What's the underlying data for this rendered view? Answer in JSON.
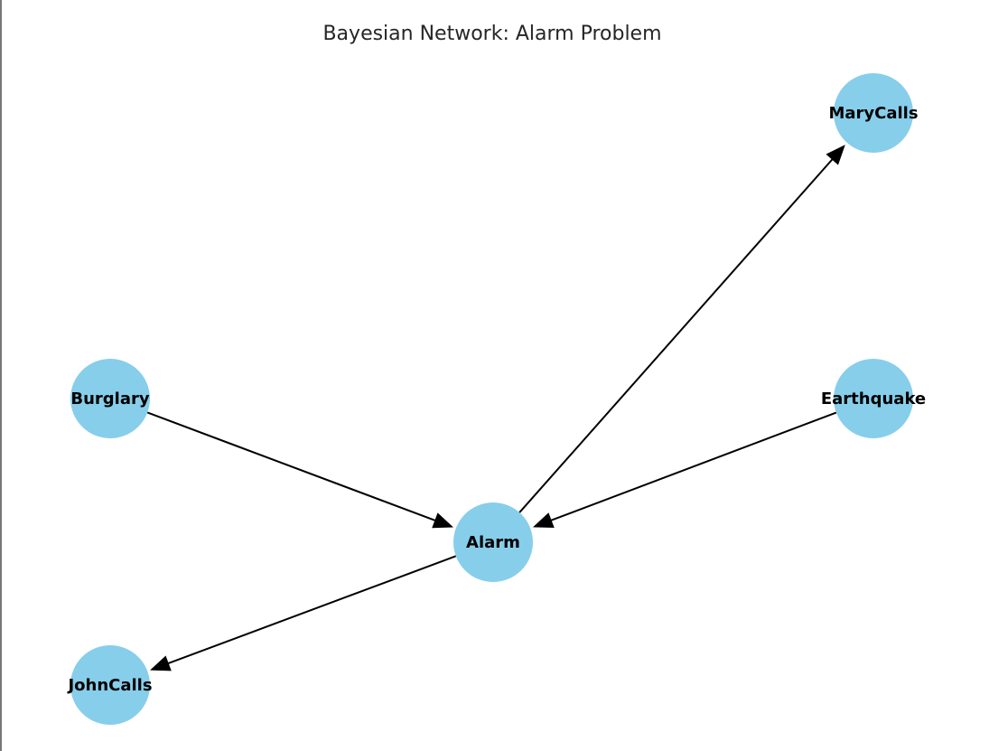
{
  "figure": {
    "title": "Bayesian Network: Alarm Problem"
  },
  "colors": {
    "node_fill": "#87ceeb",
    "edge": "#000000",
    "title": "#262626",
    "background": "#ffffff"
  },
  "nodes": [
    {
      "id": "Burglary",
      "label": "Burglary"
    },
    {
      "id": "Earthquake",
      "label": "Earthquake"
    },
    {
      "id": "Alarm",
      "label": "Alarm"
    },
    {
      "id": "JohnCalls",
      "label": "JohnCalls"
    },
    {
      "id": "MaryCalls",
      "label": "MaryCalls"
    }
  ],
  "edges": [
    {
      "from": "Burglary",
      "to": "Alarm"
    },
    {
      "from": "Earthquake",
      "to": "Alarm"
    },
    {
      "from": "Alarm",
      "to": "JohnCalls"
    },
    {
      "from": "Alarm",
      "to": "MaryCalls"
    }
  ]
}
